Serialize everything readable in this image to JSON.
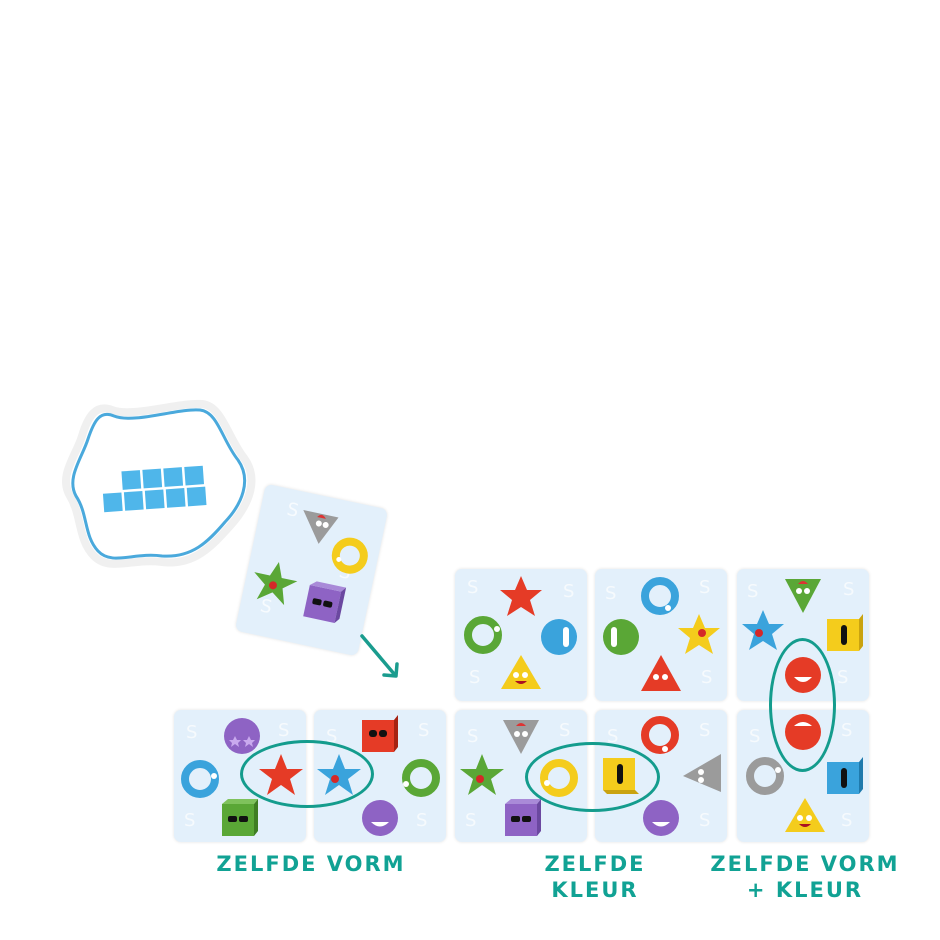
{
  "token": {
    "shape": "hexagon-badge",
    "border_color": "#4aa9dc",
    "square_color": "#4fb6ea",
    "top_row_squares": 4,
    "bottom_row_squares": 5
  },
  "drawn_card": {
    "rotation_deg": 12,
    "shapes": [
      "gray-cone",
      "yellow-ring",
      "green-star",
      "purple-cube"
    ]
  },
  "arrow": {
    "color": "#1a9c8e"
  },
  "grid_cards": [
    {
      "id": "card-top-3",
      "shapes": [
        "red-star",
        "green-ring",
        "blue-ball",
        "yellow-cone"
      ]
    },
    {
      "id": "card-top-4",
      "shapes": [
        "blue-ring",
        "green-ball",
        "yellow-star",
        "red-cone"
      ]
    },
    {
      "id": "card-top-5",
      "shapes": [
        "green-cone",
        "blue-star",
        "yellow-cube",
        "red-ball"
      ]
    },
    {
      "id": "card-bottom-1",
      "shapes": [
        "purple-ball",
        "blue-ring",
        "red-star",
        "green-cube"
      ]
    },
    {
      "id": "card-bottom-2",
      "shapes": [
        "red-cube",
        "blue-star",
        "green-ring",
        "purple-ball"
      ]
    },
    {
      "id": "card-bottom-3",
      "shapes": [
        "gray-cone",
        "green-star",
        "yellow-ring",
        "purple-cube"
      ]
    },
    {
      "id": "card-bottom-4",
      "shapes": [
        "red-ring",
        "yellow-cube",
        "gray-cone",
        "purple-ball"
      ]
    },
    {
      "id": "card-bottom-5",
      "shapes": [
        "red-ball",
        "gray-ring",
        "blue-cube",
        "yellow-cone"
      ]
    }
  ],
  "labels": {
    "same_shape": "ZELFDE VORM",
    "same_color": "ZELFDE KLEUR",
    "same_shape_color_line1": "ZELFDE VORM",
    "same_shape_color_line2": "+ KLEUR"
  },
  "colors": {
    "accent_teal": "#11a294",
    "card_bg": "#e3f0fb",
    "red": "#e53b26",
    "blue": "#3aa3dc",
    "green": "#5aa736",
    "yellow": "#f4cc1c",
    "purple": "#8e63c4",
    "gray": "#9b9b9b"
  }
}
